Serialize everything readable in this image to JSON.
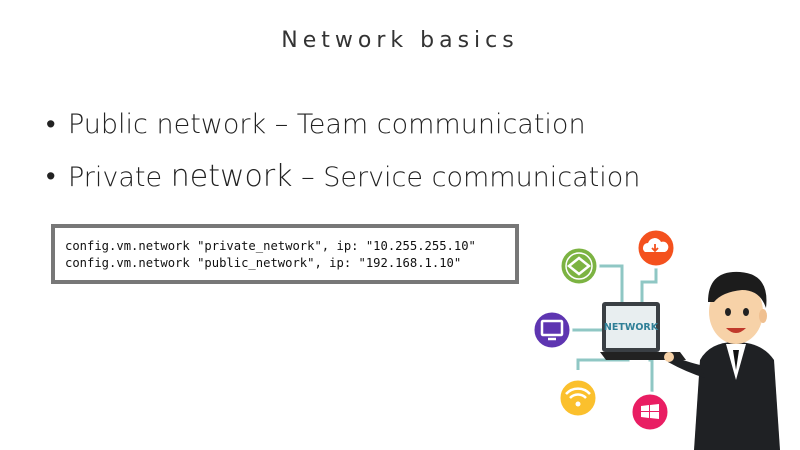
{
  "slide": {
    "title": "Network basics",
    "bullets": [
      {
        "pre": "Public network",
        "em": "",
        "post": " – Team communication"
      },
      {
        "pre": "Private ",
        "em": "network",
        "post": " – Service communication"
      }
    ],
    "code_lines": [
      "config.vm.network \"private_network\", ip: \"10.255.255.10\"",
      "config.vm.network \"public_network\", ip: \"192.168.1.10\""
    ]
  },
  "illustration": {
    "laptop_label": "NETWORK",
    "icons": [
      {
        "name": "layers-icon",
        "color": "#7cb342"
      },
      {
        "name": "cloud-download-icon",
        "color": "#f4511e"
      },
      {
        "name": "monitor-icon",
        "color": "#5e35b1"
      },
      {
        "name": "wifi-icon",
        "color": "#fbc02d"
      },
      {
        "name": "windows-icon",
        "color": "#e91e63"
      }
    ],
    "connector_color": "#8fc7c4"
  }
}
